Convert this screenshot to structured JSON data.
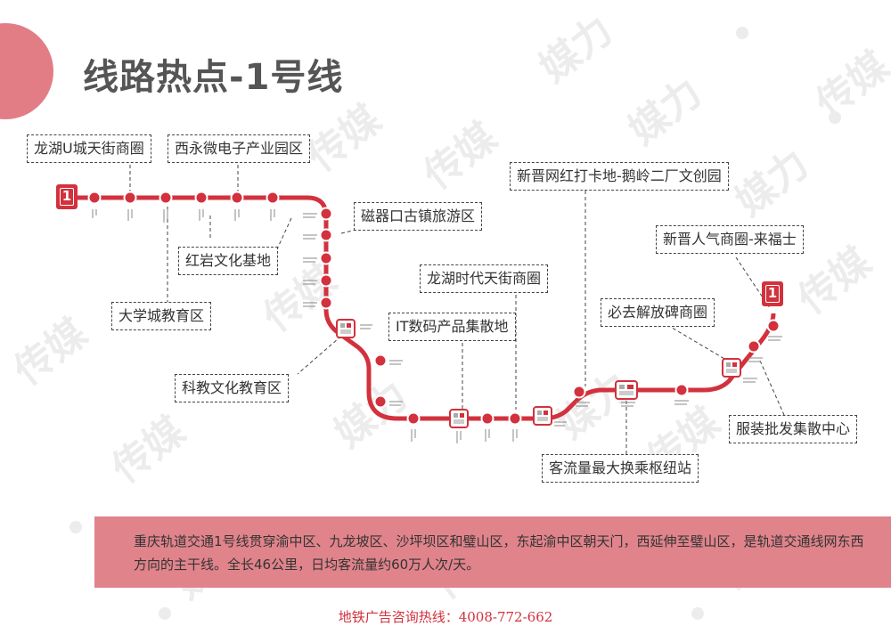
{
  "title": "线路热点-1号线",
  "watermark_text": "传媒",
  "watermark_text2": "媒力",
  "line_badge_label": "1",
  "callouts": {
    "longhu_u": "龙湖U城天街商圈",
    "xiyong": "西永微电子产业园区",
    "hongyan": "红岩文化基地",
    "daxuecheng": "大学城教育区",
    "ciqikou": "磁器口古镇旅游区",
    "kejiao": "科教文化教育区",
    "longhu_shidai": "龙湖时代天街商圈",
    "it": "IT数码产品集散地",
    "xinjin_wanghong": "新晋网红打卡地-鹅岭二厂文创园",
    "xinjin_renqi": "新晋人气商圈-来福士",
    "biqu": "必去解放碑商圈",
    "kliuliang": "客流量最大换乘枢纽站",
    "fuzhuang": "服装批发集散中心"
  },
  "info_text": "重庆轨道交通1号线贯穿渝中区、九龙坡区、沙坪坝区和璧山区，东起渝中区朝天门，西延伸至璧山区，是轨道交通线网东西方向的主干线。全长46公里，日均客流量约60万人次/天。",
  "hotline": "地铁广告咨询热线：4008-772-662",
  "colors": {
    "line": "#d2313d",
    "accent_circle": "#e27d86",
    "info_bg": "#e0838b"
  }
}
